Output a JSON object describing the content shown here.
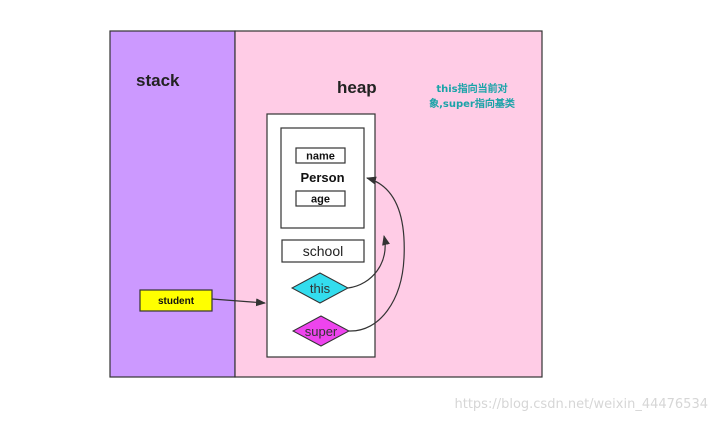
{
  "labels": {
    "stack": "stack",
    "heap": "heap",
    "note_line1": "this指向当前对",
    "note_line2": "象,super指向基类",
    "name_field": "name",
    "person": "Person",
    "age_field": "age",
    "school": "school",
    "this": "this",
    "super": "super",
    "student": "student"
  },
  "watermark": "https://blog.csdn.net/weixin_44476534",
  "colors": {
    "stack_bg": "#cc99ff",
    "heap_bg": "#ffcce6",
    "student_bg": "#ffff00",
    "this_fill": "#33ddee",
    "super_fill": "#ee44ee",
    "note_text": "#1aa3a8"
  }
}
